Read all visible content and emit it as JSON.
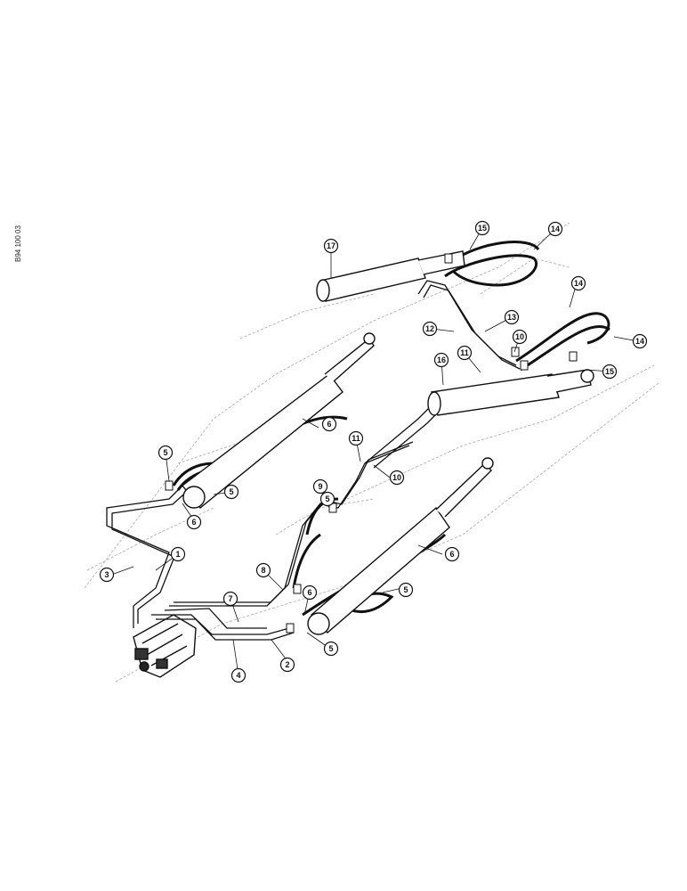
{
  "figure_code": "B94 100 03",
  "callouts": [
    "1",
    "2",
    "3",
    "4",
    "5",
    "5",
    "5",
    "5",
    "5",
    "6",
    "6",
    "6",
    "6",
    "7",
    "8",
    "9",
    "10",
    "10",
    "11",
    "11",
    "12",
    "13",
    "14",
    "14",
    "14",
    "15",
    "15",
    "16",
    "17"
  ]
}
